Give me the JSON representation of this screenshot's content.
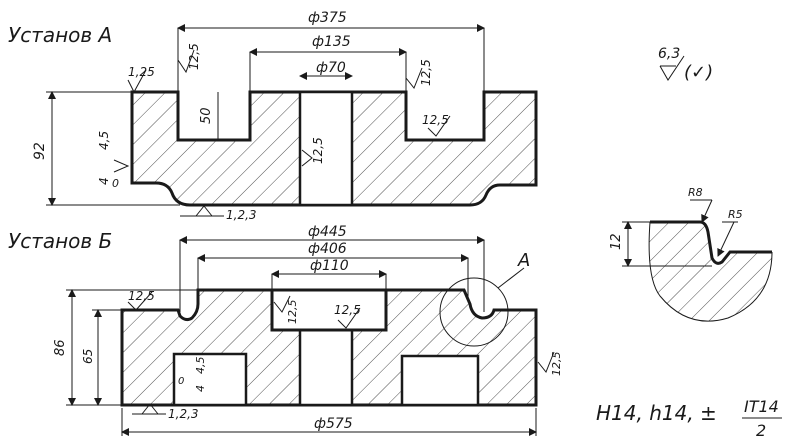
{
  "setup_a": {
    "title": "Установ А",
    "dims": {
      "d375": "ф375",
      "d135": "ф135",
      "d70": "ф70",
      "h92": "92",
      "h50": "50",
      "v45": "4,5",
      "v4": "4",
      "v0": "0"
    },
    "roughness": {
      "r125_tl": "1,25",
      "r125_top": "12,5",
      "r125_right": "12,5",
      "r125_pocket": "12,5",
      "r125_bore": "12,5",
      "base": "1,2,3"
    }
  },
  "setup_b": {
    "title": "Установ Б",
    "dims": {
      "d445": "ф445",
      "d406": "ф406",
      "d110": "ф110",
      "d575": "ф575",
      "h86": "86",
      "h65": "65",
      "v45": "4,5",
      "v4": "4",
      "v0": "0"
    },
    "roughness": {
      "r125_left": "12,5",
      "r125_mid1": "12,5",
      "r125_mid2": "12,5",
      "r125_right": "12,5",
      "base": "1,2,3"
    },
    "callout": "А"
  },
  "detail_a": {
    "dim12": "12",
    "r8": "R8",
    "r5": "R5"
  },
  "general_roughness": {
    "value": "6,3",
    "suffix": "(✓)"
  },
  "tolerance_note": {
    "text": "Н14, h14, ±",
    "fraction_num": "IT14",
    "fraction_den": "2"
  }
}
